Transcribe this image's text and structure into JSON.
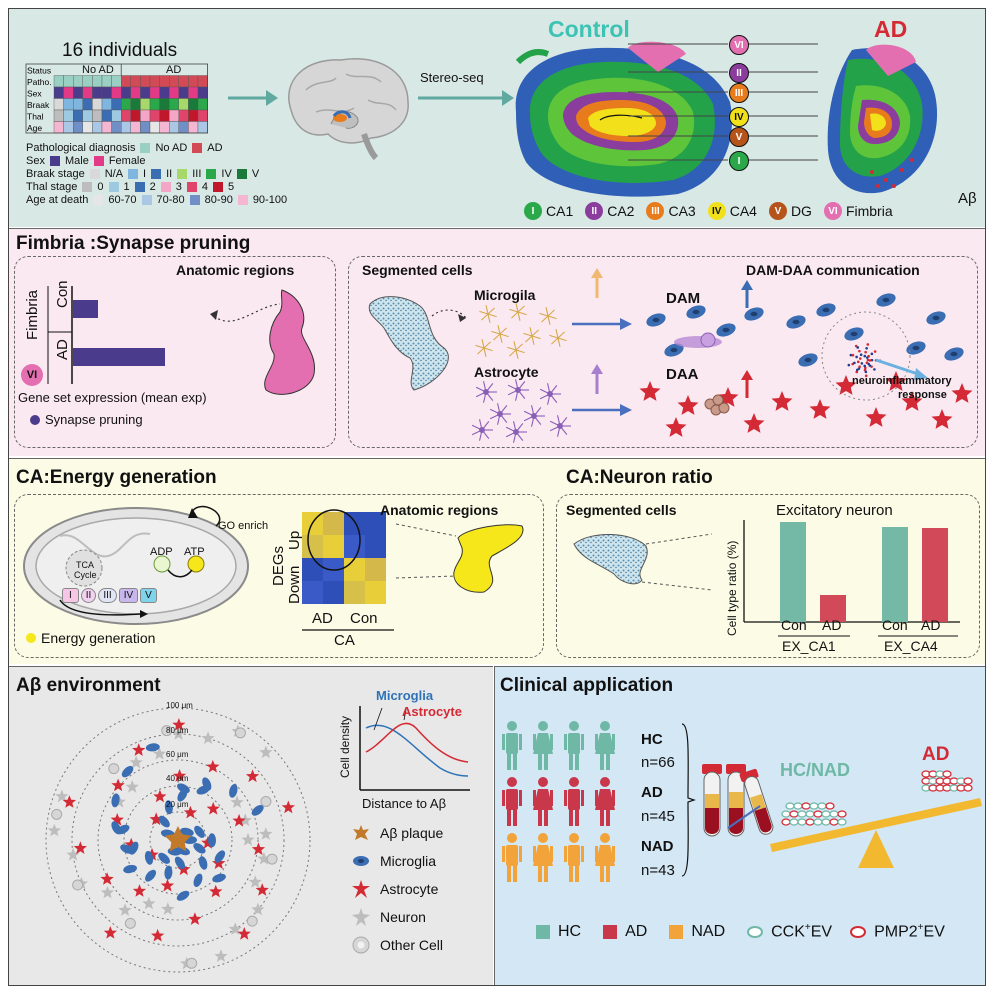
{
  "top": {
    "individuals": "16 individuals",
    "table_rows": [
      "Status",
      "Patho.",
      "Sex",
      "Braak",
      "Thal",
      "Age"
    ],
    "status_no_ad": "No AD",
    "status_ad": "AD",
    "legend": {
      "patho_label": "Pathological diagnosis",
      "patho_noad": "No AD",
      "patho_ad": "AD",
      "sex_label": "Sex",
      "sex_male": "Male",
      "sex_female": "Female",
      "braak_label": "Braak stage",
      "braak_items": [
        "N/A",
        "I",
        "II",
        "III",
        "IV",
        "V"
      ],
      "thal_label": "Thal stage",
      "thal_items": [
        "0",
        "1",
        "2",
        "3",
        "4",
        "5"
      ],
      "age_label": "Age at death",
      "age_items": [
        "60-70",
        "70-80",
        "80-90",
        "90-100"
      ]
    },
    "stereo_seq": "Stereo-seq",
    "control": "Control",
    "ad": "AD",
    "abeta": "Aβ",
    "regions": [
      {
        "num": "I",
        "name": "CA1",
        "color": "#2aa84a"
      },
      {
        "num": "II",
        "name": "CA2",
        "color": "#8b3d9e"
      },
      {
        "num": "III",
        "name": "CA3",
        "color": "#e87c1c"
      },
      {
        "num": "IV",
        "name": "CA4",
        "color": "#f2e11a"
      },
      {
        "num": "V",
        "name": "DG",
        "color": "#b5531a"
      },
      {
        "num": "VI",
        "name": "Fimbria",
        "color": "#e36fb1"
      }
    ],
    "center_roman": [
      "VI",
      "II",
      "III",
      "IV",
      "V",
      "I"
    ]
  },
  "fimbria": {
    "title": "Fimbria :Synapse pruning",
    "anatomic": "Anatomic regions",
    "vi": "VI",
    "fimbria_label": "Fimbria",
    "con": "Con",
    "ad": "AD",
    "xaxis": "Gene set expression (mean exp)",
    "legend": "Synapse pruning",
    "segmented": "Segmented cells",
    "microglia": "Microgila",
    "astrocyte": "Astrocyte",
    "dam": "DAM",
    "daa": "DAA",
    "comm": "DAM-DAA communication",
    "neuro1": "neuroinflammatory",
    "neuro2": "response"
  },
  "energy": {
    "title": "CA:Energy generation",
    "go_enrich": "GO enrich",
    "adp": "ADP",
    "atp": "ATP",
    "tca1": "TCA",
    "tca2": "Cycle",
    "complexes": [
      "I",
      "II",
      "III",
      "IV",
      "V"
    ],
    "anatomic": "Anatomic regions",
    "degs": "DEGs",
    "up": "Up",
    "down": "Down",
    "col_ad": "AD",
    "col_con": "Con",
    "ca": "CA",
    "legend": "Energy generation"
  },
  "neuron": {
    "title": "CA:Neuron ratio",
    "segmented": "Segmented cells",
    "chart_title": "Excitatory neuron",
    "ylabel": "Cell type ratio (%)",
    "groups": [
      "EX_CA1",
      "EX_CA4"
    ],
    "bar_labels": [
      "Con",
      "AD",
      "Con",
      "AD"
    ]
  },
  "chart_data": {
    "type": "bar",
    "title": "Excitatory neuron",
    "ylabel": "Cell type ratio (%)",
    "categories": [
      "EX_CA1 Con",
      "EX_CA1 AD",
      "EX_CA4 Con",
      "EX_CA4 AD"
    ],
    "values": [
      1.0,
      0.27,
      0.95,
      0.94
    ]
  },
  "abeta": {
    "title": "Aβ environment",
    "rings": [
      "20 μm",
      "40 μm",
      "60 μm",
      "80 μm",
      "100 μm"
    ],
    "plot_ylabel": "Cell density",
    "plot_xlabel": "Distance to Aβ",
    "plot_microglia": "Microglia",
    "plot_astrocyte": "Astrocyte",
    "legend": [
      {
        "key": "plaque",
        "label": "Aβ plaque",
        "color": "#c27a2a"
      },
      {
        "key": "microglia",
        "label": "Microglia",
        "color": "#3b6db3"
      },
      {
        "key": "astrocyte",
        "label": "Astrocyte",
        "color": "#d42a35"
      },
      {
        "key": "neuron",
        "label": "Neuron",
        "color": "#bdbdbd"
      },
      {
        "key": "other",
        "label": "Other Cell",
        "color": "#cfcfcf"
      }
    ]
  },
  "clinical": {
    "title": "Clinical application",
    "groups": [
      {
        "code": "HC",
        "n": "n=66",
        "color": "#6fb8a6"
      },
      {
        "code": "AD",
        "n": "n=45",
        "color": "#c8374a"
      },
      {
        "code": "NAD",
        "n": "n=43",
        "color": "#f2a33a"
      }
    ],
    "hc_nad": "HC/NAD",
    "ad": "AD",
    "legend": [
      {
        "label": "HC",
        "color": "#6fb8a6"
      },
      {
        "label": "AD",
        "color": "#c8374a"
      },
      {
        "label": "NAD",
        "color": "#f2a33a"
      }
    ],
    "cck": "CCK",
    "pmp2": "PMP2",
    "ev": "EV",
    "plus": "+"
  }
}
